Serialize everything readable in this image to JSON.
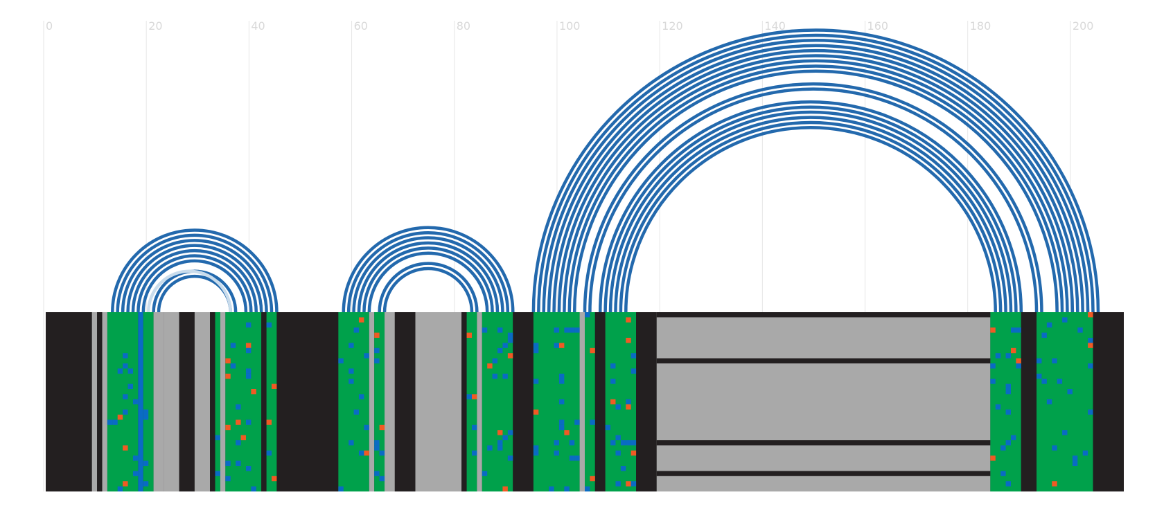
{
  "axis": {
    "ticks": [
      "0",
      "20",
      "40",
      "60",
      "80",
      "100",
      "120",
      "140",
      "160",
      "180",
      "200"
    ],
    "tick_values": [
      0,
      20,
      40,
      60,
      80,
      100,
      120,
      140,
      160,
      180,
      200
    ],
    "domain": [
      0,
      210
    ]
  },
  "colors": {
    "arc": "#2369ad",
    "arc_faint": "#c9dcec",
    "unpaired": "#231f20",
    "paired": "#00a14b",
    "gap": "#a9a9a9",
    "mismatch_blue": "#0a6bc4",
    "mismatch_orange": "#f15a24"
  },
  "chart_data": {
    "type": "arc-diagram",
    "helices": [
      {
        "name": "",
        "pairs": [
          [
            13,
            45
          ],
          [
            14,
            44
          ],
          [
            15,
            43
          ],
          [
            16,
            42
          ],
          [
            17,
            41
          ],
          [
            18,
            40
          ],
          [
            19,
            39
          ],
          [
            21,
            37
          ],
          [
            22,
            36
          ]
        ]
      },
      {
        "name": "",
        "pairs": [
          [
            20,
            36
          ]
        ],
        "faint": true
      },
      {
        "name": "",
        "pairs": [
          [
            58,
            91
          ],
          [
            59,
            90
          ],
          [
            60,
            89
          ],
          [
            61,
            88
          ],
          [
            62,
            87
          ],
          [
            63,
            86
          ],
          [
            65,
            84
          ],
          [
            66,
            83
          ]
        ]
      },
      {
        "name": "",
        "pairs": [
          [
            95,
            205
          ],
          [
            96,
            204
          ],
          [
            97,
            203
          ],
          [
            98,
            202
          ],
          [
            99,
            201
          ],
          [
            100,
            200
          ],
          [
            101,
            199
          ],
          [
            102,
            198
          ],
          [
            103,
            197
          ],
          [
            105,
            194
          ],
          [
            106,
            193
          ],
          [
            108,
            190
          ],
          [
            109,
            189
          ],
          [
            110,
            188
          ],
          [
            111,
            187
          ],
          [
            112,
            186
          ],
          [
            113,
            185
          ]
        ]
      }
    ],
    "columns": [
      {
        "from": 0,
        "to": 9,
        "base": "unpaired"
      },
      {
        "from": 9,
        "to": 10,
        "base": "gap"
      },
      {
        "from": 10,
        "to": 11,
        "base": "unpaired"
      },
      {
        "from": 11,
        "to": 12,
        "base": "gap"
      },
      {
        "from": 12,
        "to": 18,
        "base": "paired"
      },
      {
        "from": 18,
        "to": 19,
        "base": "mismatch_blue"
      },
      {
        "from": 19,
        "to": 21,
        "base": "paired"
      },
      {
        "from": 21,
        "to": 23,
        "base": "gap"
      },
      {
        "from": 23,
        "to": 26,
        "base": "gap"
      },
      {
        "from": 26,
        "to": 29,
        "base": "unpaired"
      },
      {
        "from": 29,
        "to": 32,
        "base": "gap"
      },
      {
        "from": 32,
        "to": 33,
        "base": "unpaired"
      },
      {
        "from": 33,
        "to": 34,
        "base": "paired"
      },
      {
        "from": 34,
        "to": 35,
        "base": "gap"
      },
      {
        "from": 35,
        "to": 42,
        "base": "paired"
      },
      {
        "from": 42,
        "to": 43,
        "base": "unpaired"
      },
      {
        "from": 43,
        "to": 45,
        "base": "paired"
      },
      {
        "from": 45,
        "to": 57,
        "base": "unpaired"
      },
      {
        "from": 57,
        "to": 63,
        "base": "paired"
      },
      {
        "from": 63,
        "to": 64,
        "base": "gap"
      },
      {
        "from": 64,
        "to": 66,
        "base": "paired"
      },
      {
        "from": 66,
        "to": 68,
        "base": "gap"
      },
      {
        "from": 68,
        "to": 72,
        "base": "unpaired"
      },
      {
        "from": 72,
        "to": 81,
        "base": "gap"
      },
      {
        "from": 81,
        "to": 82,
        "base": "unpaired"
      },
      {
        "from": 82,
        "to": 84,
        "base": "paired"
      },
      {
        "from": 84,
        "to": 85,
        "base": "gap"
      },
      {
        "from": 85,
        "to": 91,
        "base": "paired"
      },
      {
        "from": 91,
        "to": 95,
        "base": "unpaired"
      },
      {
        "from": 95,
        "to": 104,
        "base": "paired"
      },
      {
        "from": 104,
        "to": 105,
        "base": "gap"
      },
      {
        "from": 105,
        "to": 107,
        "base": "paired"
      },
      {
        "from": 107,
        "to": 109,
        "base": "unpaired"
      },
      {
        "from": 109,
        "to": 115,
        "base": "paired"
      },
      {
        "from": 115,
        "to": 119,
        "base": "unpaired"
      },
      {
        "from": 119,
        "to": 184,
        "base": "gap"
      },
      {
        "from": 184,
        "to": 190,
        "base": "paired"
      },
      {
        "from": 190,
        "to": 193,
        "base": "unpaired"
      },
      {
        "from": 193,
        "to": 204,
        "base": "paired"
      },
      {
        "from": 204,
        "to": 210,
        "base": "unpaired"
      }
    ],
    "row_bands": [
      {
        "from": 119,
        "to": 184,
        "rows": [
          0,
          9,
          25,
          31
        ],
        "base": "unpaired"
      }
    ],
    "rows": 35
  }
}
